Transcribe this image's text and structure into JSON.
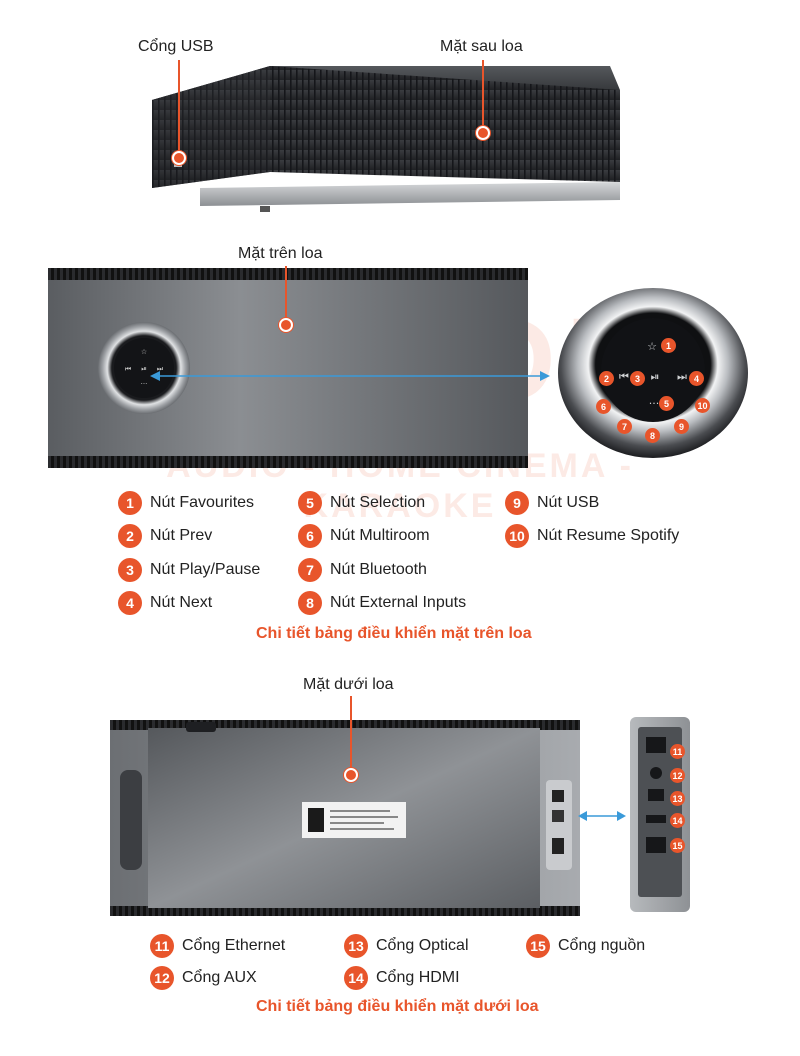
{
  "watermark": {
    "brand": "HDRADIO",
    "tagline": "AUDIO - HOME CINEMA - KARAOKE"
  },
  "section_back": {
    "usb_label": "Cổng USB",
    "back_label": "Mặt sau loa"
  },
  "section_top": {
    "top_label": "Mặt trên loa",
    "legend": [
      {
        "num": "1",
        "label": "Nút Favourites"
      },
      {
        "num": "2",
        "label": "Nút Prev"
      },
      {
        "num": "3",
        "label": "Nút Play/Pause"
      },
      {
        "num": "4",
        "label": "Nút Next"
      },
      {
        "num": "5",
        "label": "Nút Selection"
      },
      {
        "num": "6",
        "label": "Nút Multiroom"
      },
      {
        "num": "7",
        "label": "Nút Bluetooth"
      },
      {
        "num": "8",
        "label": "Nút External Inputs"
      },
      {
        "num": "9",
        "label": "Nút USB"
      },
      {
        "num": "10",
        "label": "Nút Resume Spotify"
      }
    ],
    "caption": "Chi tiết bảng điều khiển mặt trên loa"
  },
  "section_bottom": {
    "bottom_label": "Mặt dưới loa",
    "legend": [
      {
        "num": "11",
        "label": "Cổng Ethernet"
      },
      {
        "num": "12",
        "label": "Cổng AUX"
      },
      {
        "num": "13",
        "label": "Cổng Optical"
      },
      {
        "num": "14",
        "label": "Cổng HDMI"
      },
      {
        "num": "15",
        "label": "Cổng nguồn"
      }
    ],
    "caption": "Chi tiết bảng điều khiển mặt dưới loa"
  },
  "colors": {
    "accent": "#e8552b",
    "arrow": "#3a9ad9",
    "metal_dark": "#2b2d30",
    "metal_mid": "#6b6e72"
  },
  "icons": [
    "star-icon",
    "prev-icon",
    "play-pause-icon",
    "next-icon",
    "more-icon"
  ]
}
